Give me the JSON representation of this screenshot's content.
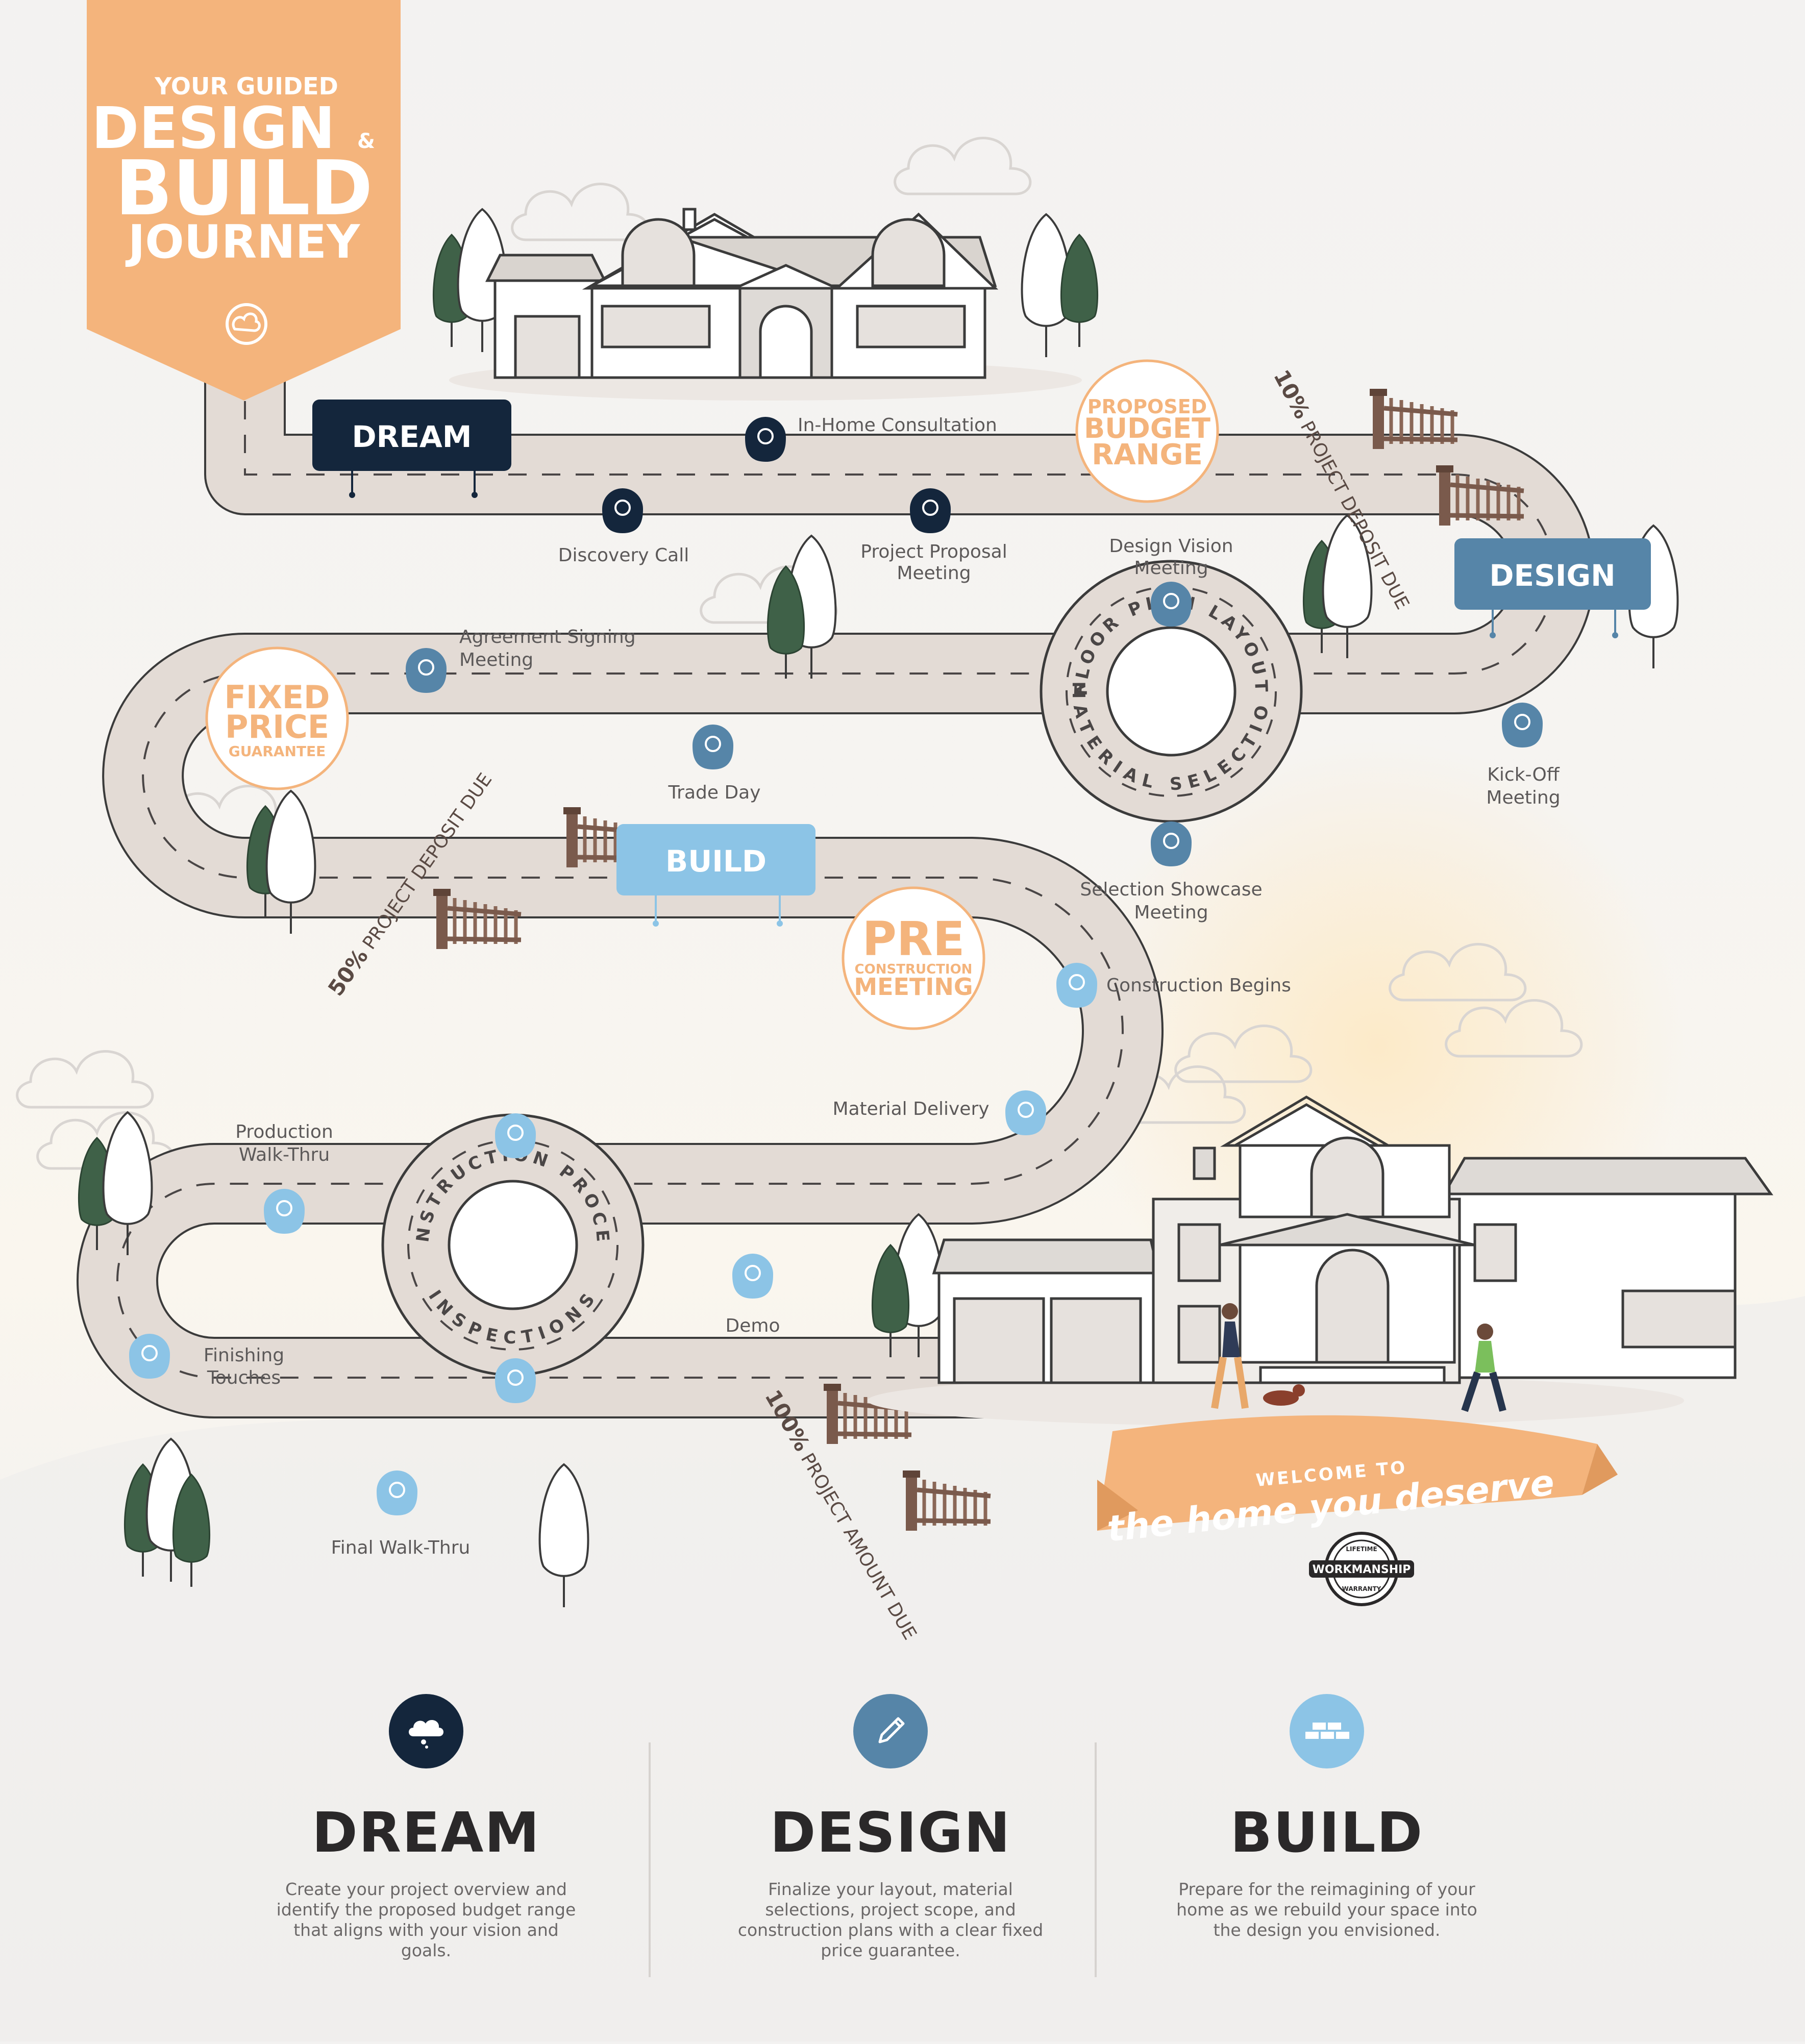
{
  "header": {
    "line1": "YOUR GUIDED",
    "line2": "DESIGN",
    "amp": "&",
    "line3": "BUILD",
    "line4": "JOURNEY"
  },
  "phases": {
    "dream": "DREAM",
    "design": "DESIGN",
    "build": "BUILD"
  },
  "milestones": {
    "in_home": "In-Home Consultation",
    "discovery": "Discovery Call",
    "proposal_1": "Project Proposal",
    "proposal_2": "Meeting",
    "design_vision_1": "Design Vision",
    "design_vision_2": "Meeting",
    "kickoff_1": "Kick-Off",
    "kickoff_2": "Meeting",
    "selection_1": "Selection Showcase",
    "selection_2": "Meeting",
    "agreement_1": "Agreement Signing",
    "agreement_2": "Meeting",
    "trade_day": "Trade Day",
    "construction_begins": "Construction Begins",
    "material_delivery": "Material Delivery",
    "production_1": "Production",
    "production_2": "Walk-Thru",
    "demo": "Demo",
    "finishing_1": "Finishing",
    "finishing_2": "Touches",
    "final": "Final Walk-Thru"
  },
  "badges": {
    "budget_1": "PROPOSED",
    "budget_2": "BUDGET",
    "budget_3": "RANGE",
    "fixed_1": "FIXED",
    "fixed_2": "PRICE",
    "fixed_3": "GUARANTEE",
    "pre_1": "PRE",
    "pre_2": "CONSTRUCTION",
    "pre_3": "MEETING"
  },
  "payments": {
    "deposit10_num": "10%",
    "deposit10_text": " PROJECT DEPOSIT DUE",
    "deposit50_num": "50%",
    "deposit50_text": " PROJECT DEPOSIT DUE",
    "amount100_num": "100%",
    "amount100_text": " PROJECT AMOUNT DUE"
  },
  "rings": {
    "floor_plan": "FLOOR PLAN LAYOUT",
    "material": "MATERIAL SELECTION",
    "construction": "CONSTRUCTION PROCESS",
    "inspections": "INSPECTIONS"
  },
  "welcome": {
    "line1": "WELCOME TO",
    "line2": "the home you deserve"
  },
  "seal": {
    "top": "LIFETIME",
    "middle": "WORKMANSHIP",
    "bottom": "WARRANTY"
  },
  "footer": {
    "dream_title": "DREAM",
    "dream_desc": "Create your project overview and identify the proposed budget range that aligns with your vision and goals.",
    "design_title": "DESIGN",
    "design_desc": "Finalize your layout, material selections, project scope, and construction plans with a clear fixed price guarantee.",
    "build_title": "BUILD",
    "build_desc": "Prepare for the reimagining of your home as we rebuild your space into the design you envisioned."
  },
  "colors": {
    "dream": "#14263c",
    "design": "#5685a8",
    "build": "#8cc4e6",
    "accent": "#f4b47c",
    "road": "#e3dbd5"
  },
  "icons": {
    "logo": "cloud-logo-icon",
    "dream": "thought-cloud-icon",
    "design": "pencil-icon",
    "build": "bricks-icon"
  }
}
